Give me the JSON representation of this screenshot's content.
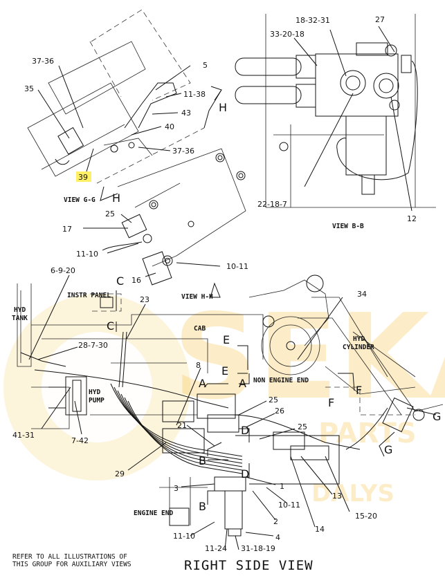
{
  "views": {
    "view_gg": "VIEW G-G",
    "view_bb": "VIEW B-B",
    "view_hh": "VIEW H-H",
    "right_side": "RIGHT SIDE VIEW"
  },
  "notes": {
    "instr_panel": "INSTR PANEL",
    "cab": "CAB",
    "hyd_tank_1": "HYD",
    "hyd_tank_2": "TANK",
    "hyd_pump_1": "HYD",
    "hyd_pump_2": "PUMP",
    "hyd_cyl_1": "HYD",
    "hyd_cyl_2": "CYLINDER",
    "non_engine_end": "NON ENGINE END",
    "engine_end": "ENGINE END",
    "refer_1": "REFER TO ALL ILLUSTRATIONS OF",
    "refer_2": "THIS GROUP FOR AUXILIARY VIEWS"
  },
  "callouts": {
    "c37_36a": "37-36",
    "c35": "35",
    "c39": "39",
    "c5": "5",
    "c11_38": "11-38",
    "c43": "43",
    "c40": "40",
    "c37_36b": "37-36",
    "c25a": "25",
    "c17": "17",
    "c11_10a": "11-10",
    "c16": "16",
    "c10_11a": "10-11",
    "c18_32_31": "18-32-31",
    "c27": "27",
    "c33_20_18": "33-20-18",
    "c22_18_7": "22-18-7",
    "c12": "12",
    "c6_9_20": "6-9-20",
    "c23": "23",
    "c34": "34",
    "c28_7_30": "28-7-30",
    "c8": "8",
    "c41_31": "41-31",
    "c7_42": "7-42",
    "c25b": "25",
    "c26": "26",
    "c25c": "25",
    "c21": "21",
    "c29": "29",
    "c3": "3",
    "c1": "1",
    "c10_11b": "10-11",
    "c13": "13",
    "c15_20": "15-20",
    "c2": "2",
    "c14": "14",
    "c11_10b": "11-10",
    "c11_24": "11-24",
    "c31_18_19": "31-18-19",
    "c4": "4"
  },
  "section_letters": {
    "h_top": "H",
    "h_bottom": "H",
    "c_top": "C",
    "c_bottom": "C",
    "e_top": "E",
    "e_bottom": "E",
    "a_left": "A",
    "a_right": "A",
    "f_left": "F",
    "f_right": "F",
    "g_left": "G",
    "g_right": "G",
    "b_top": "B",
    "b_bottom": "B",
    "d_top": "D",
    "d_bottom": "D"
  },
  "watermark": {
    "main": "SEKA",
    "sub": "PARTS",
    "sub2": "DALYS"
  },
  "colors": {
    "highlight": "#fff066",
    "watermark": "#f5c23e"
  }
}
